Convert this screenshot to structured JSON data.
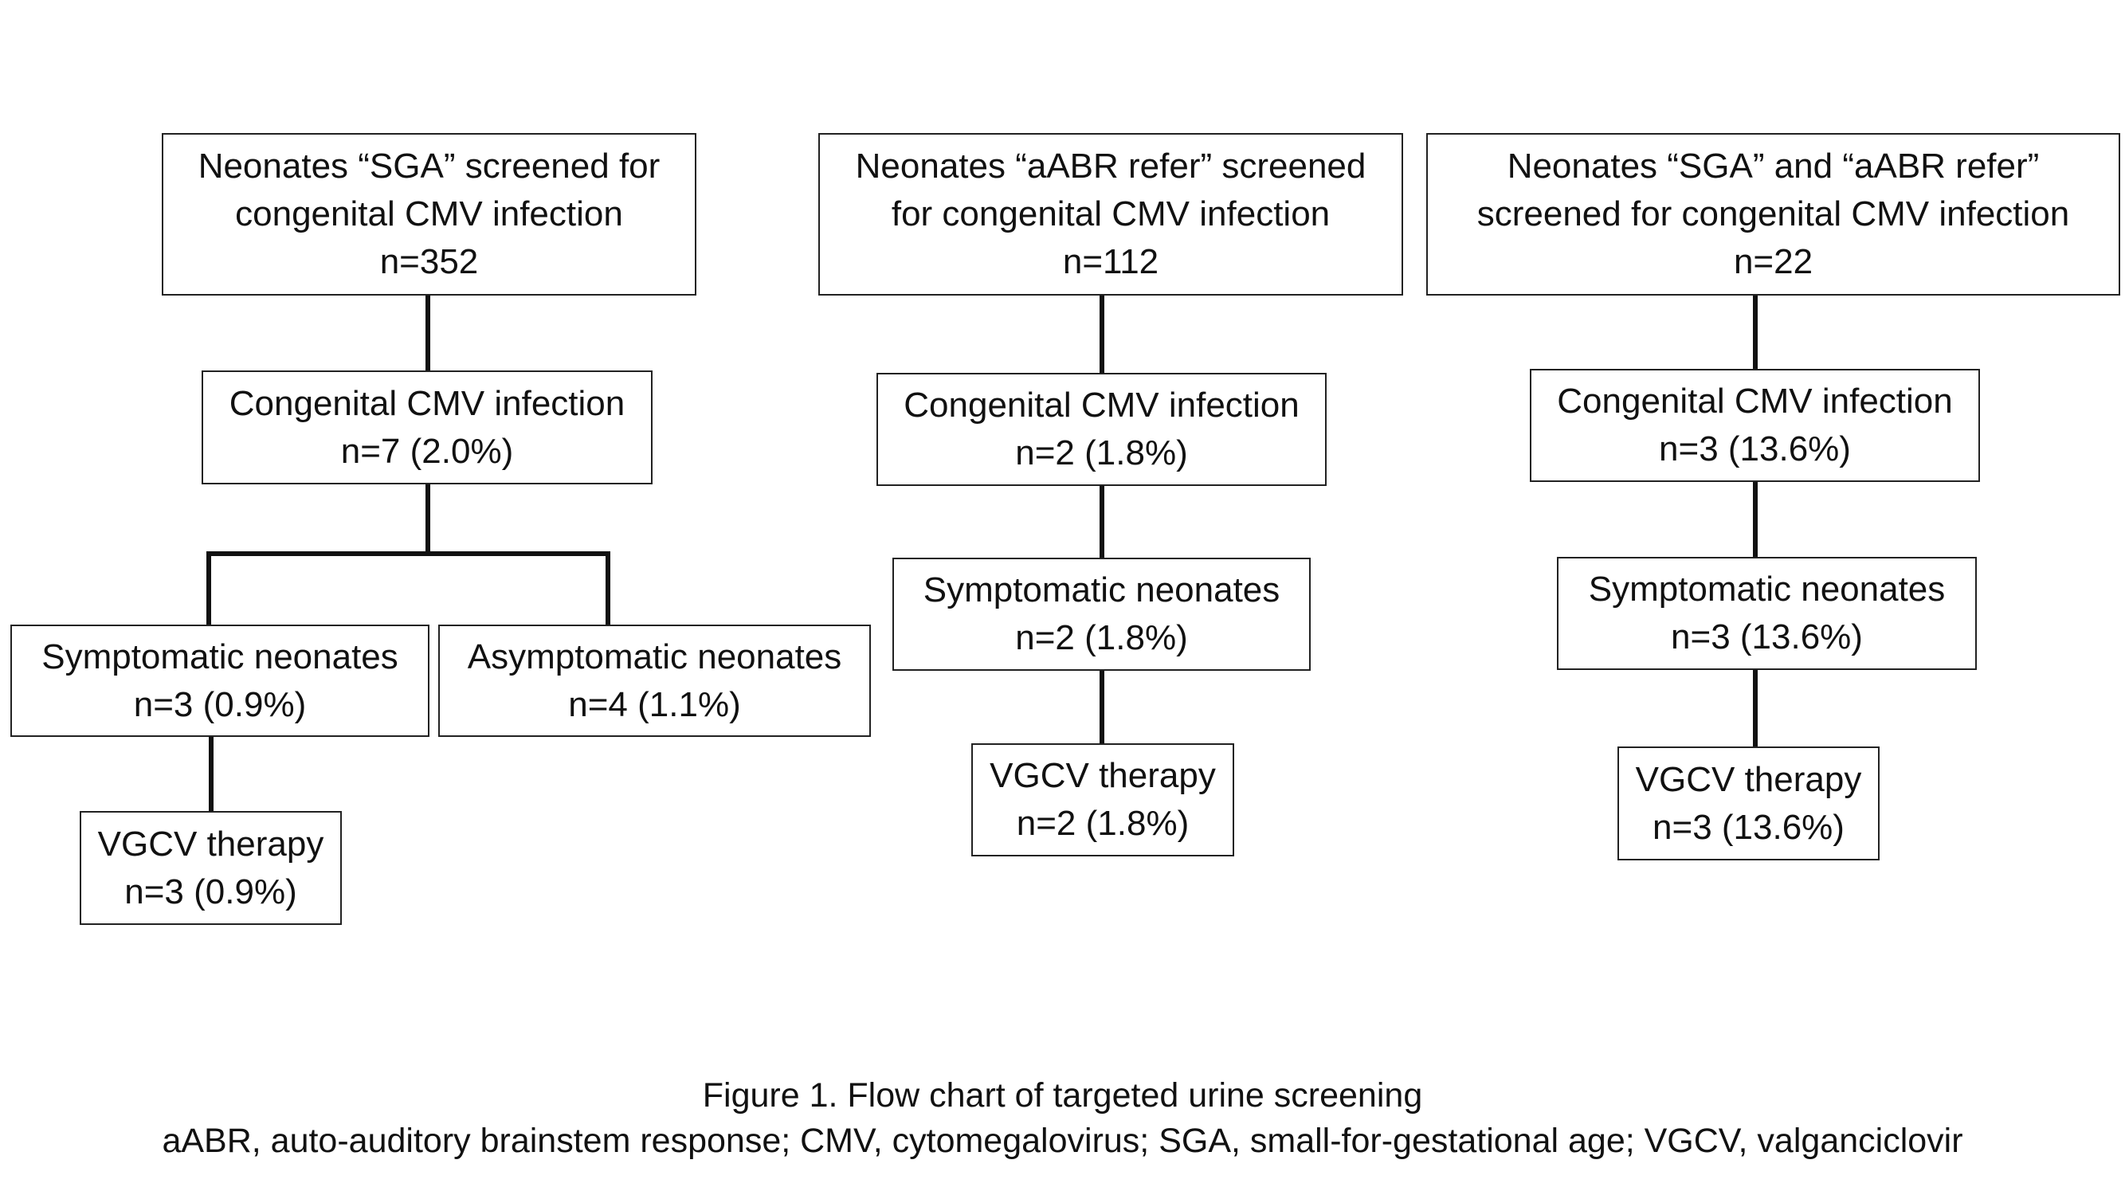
{
  "columns": [
    {
      "root": {
        "lines": [
          "Neonates “SGA” screened for",
          "congenital  CMV infection",
          "n=352"
        ]
      },
      "infection": {
        "lines": [
          "Congenital CMV infection",
          "n=7 (2.0%)"
        ]
      },
      "symptomatic": {
        "lines": [
          "Symptomatic neonates",
          "n=3 (0.9%)"
        ]
      },
      "asymptomatic": {
        "lines": [
          "Asymptomatic neonates",
          "n=4 (1.1%)"
        ]
      },
      "therapy": {
        "lines": [
          "VGCV therapy",
          "n=3 (0.9%)"
        ]
      }
    },
    {
      "root": {
        "lines": [
          "Neonates “aABR refer” screened",
          "for congenital  CMV infection",
          "n=112"
        ]
      },
      "infection": {
        "lines": [
          "Congenital CMV infection",
          "n=2 (1.8%)"
        ]
      },
      "symptomatic": {
        "lines": [
          "Symptomatic neonates",
          "n=2 (1.8%)"
        ]
      },
      "therapy": {
        "lines": [
          "VGCV therapy",
          "n=2 (1.8%)"
        ]
      }
    },
    {
      "root": {
        "lines": [
          "Neonates “SGA” and “aABR refer”",
          "screened for congenital  CMV infection",
          "n=22"
        ]
      },
      "infection": {
        "lines": [
          "Congenital CMV infection",
          "n=3 (13.6%)"
        ]
      },
      "symptomatic": {
        "lines": [
          "Symptomatic neonates",
          "n=3 (13.6%)"
        ]
      },
      "therapy": {
        "lines": [
          "VGCV therapy",
          "n=3 (13.6%)"
        ]
      }
    }
  ],
  "caption": {
    "title": "Figure 1.   Flow chart of targeted urine screening",
    "abbreviations": "aABR, auto-auditory brainstem response; CMV, cytomegalovirus;  SGA, small-for-gestational age; VGCV, valganciclovir"
  }
}
